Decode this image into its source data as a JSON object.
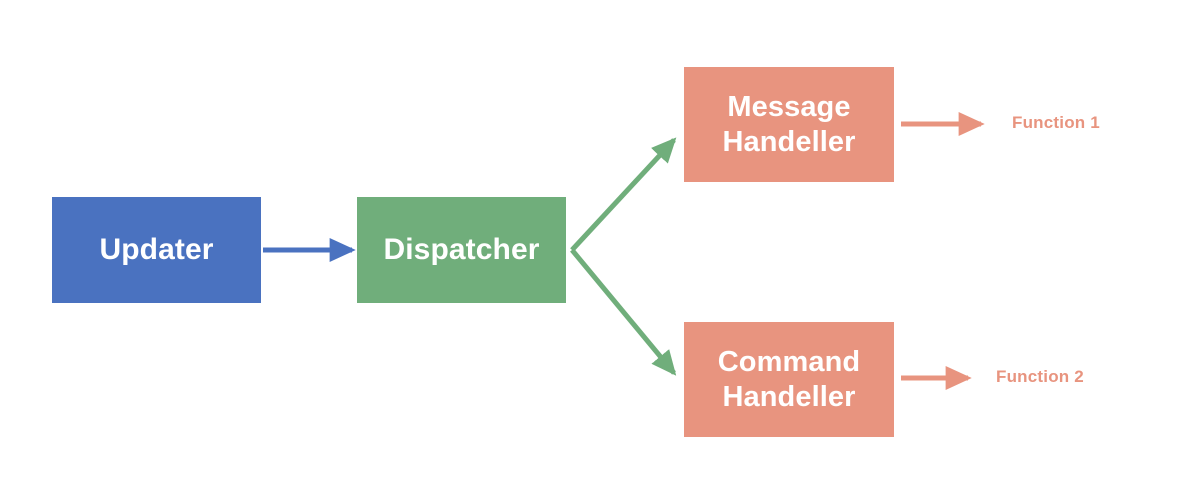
{
  "diagram": {
    "title": "Updater Dispatcher Handler Flow",
    "background_color": "#ffffff",
    "colors": {
      "updater_blue": "#4a72c0",
      "dispatcher_green": "#70ae7b",
      "handler_coral": "#e8947f",
      "node_text": "#ffffff"
    },
    "nodes": [
      {
        "id": "updater",
        "label": "Updater",
        "fill": "#4a72c0",
        "shape": "rectangle"
      },
      {
        "id": "dispatcher",
        "label": "Dispatcher",
        "fill": "#70ae7b",
        "shape": "rectangle"
      },
      {
        "id": "message-handler",
        "label": "Message\nHandeller",
        "fill": "#e8947f",
        "shape": "rectangle"
      },
      {
        "id": "command-handler",
        "label": "Command\nHandeller",
        "fill": "#e8947f",
        "shape": "rectangle"
      }
    ],
    "terminals": [
      {
        "id": "function-1",
        "label": "Function 1",
        "color": "#e8947f"
      },
      {
        "id": "function-2",
        "label": "Function 2",
        "color": "#e8947f"
      }
    ],
    "edges": [
      {
        "id": "updater-to-dispatcher",
        "from": "updater",
        "to": "dispatcher",
        "color": "#4a72c0",
        "style": "solid-arrow"
      },
      {
        "id": "dispatcher-to-message-handler",
        "from": "dispatcher",
        "to": "message-handler",
        "color": "#70ae7b",
        "style": "solid-arrow"
      },
      {
        "id": "dispatcher-to-command-handler",
        "from": "dispatcher",
        "to": "command-handler",
        "color": "#70ae7b",
        "style": "solid-arrow"
      },
      {
        "id": "message-handler-to-function-1",
        "from": "message-handler",
        "to": "function-1",
        "color": "#e8947f",
        "style": "solid-arrow"
      },
      {
        "id": "command-handler-to-function-2",
        "from": "command-handler",
        "to": "function-2",
        "color": "#e8947f",
        "style": "solid-arrow"
      }
    ]
  }
}
